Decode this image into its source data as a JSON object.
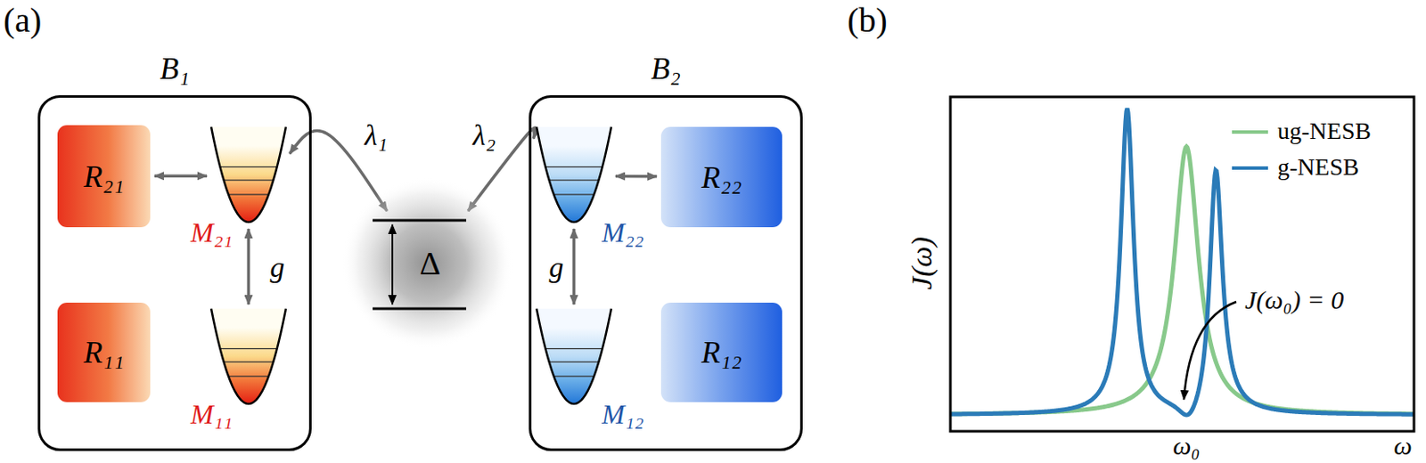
{
  "diagram": {
    "nodes": [
      {
        "text": [
          "B₁"
        ]
      },
      {
        "text": [
          "R₂₁"
        ],
        "in": 0
      },
      {
        "text": [
          "M₂₁"
        ],
        "in": 0
      },
      {
        "text": [
          "R₁₁"
        ],
        "in": 0
      },
      {
        "text": [
          "M₁₁"
        ],
        "in": 0
      },
      {
        "text": [
          "Δ"
        ]
      },
      {
        "text": [
          "B₂"
        ]
      },
      {
        "text": [
          "M₂₂"
        ],
        "in": 6
      },
      {
        "text": [
          "R₂₂"
        ],
        "in": 6
      },
      {
        "text": [
          "M₁₂"
        ],
        "in": 6
      },
      {
        "text": [
          "R₁₂"
        ],
        "in": 6
      }
    ],
    "edges": [
      {
        "from": 1,
        "to": 2,
        "arrow": "both"
      },
      {
        "from": 2,
        "to": 4,
        "label": "g",
        "arrow": "both"
      },
      {
        "from": 2,
        "to": 5,
        "label": "λ₁",
        "arrow": "both"
      },
      {
        "from": 5,
        "to": 7,
        "label": "λ₂",
        "arrow": "both"
      },
      {
        "from": 7,
        "to": 8,
        "arrow": "both"
      },
      {
        "from": 7,
        "to": 9,
        "label": "g",
        "arrow": "both"
      }
    ],
    "labels": [
      "(a)",
      "(b)",
      "J(ω)",
      "ω₀",
      "ω",
      "J(ω₀) = 0"
    ],
    "legend": [
      {
        "text": "ug-NESB",
        "color": "#88c98b"
      },
      {
        "text": "g-NESB",
        "color": "#2b7bb8"
      }
    ]
  }
}
